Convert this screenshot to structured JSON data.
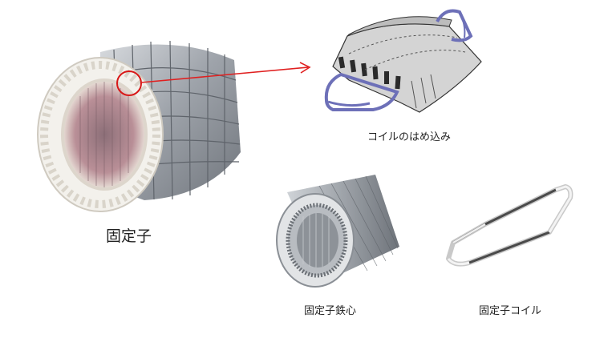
{
  "labels": {
    "stator": "固定子",
    "coil_insertion": "コイルのはめ込み",
    "stator_core": "固定子鉄心",
    "stator_coil": "固定子コイル"
  },
  "colors": {
    "arrow": "#e02020",
    "highlight_circle": "#d81818",
    "coil_band": "#7b7fc4",
    "winding_white": "#f2f0ea",
    "steel": "#a7abb1"
  }
}
